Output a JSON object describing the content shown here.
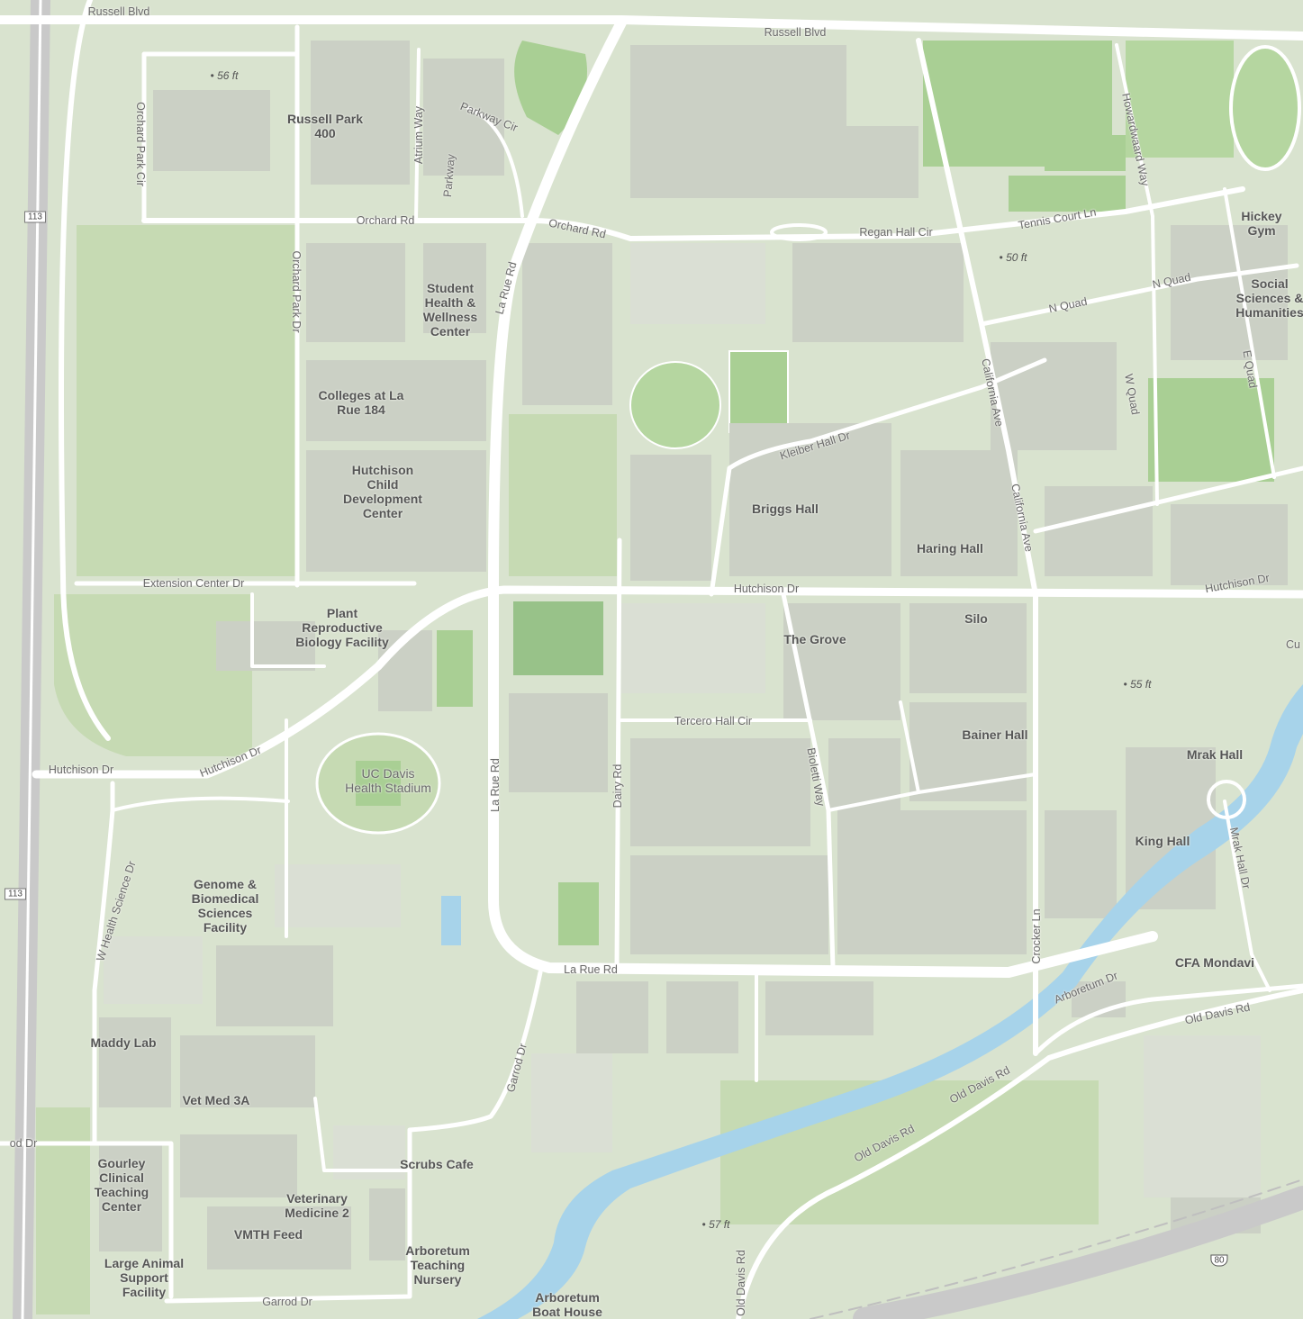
{
  "colors": {
    "land": "#d9e3cf",
    "park": "#c3d9b0",
    "field": "#a9cf94",
    "building": "#cbd0c5",
    "road": "#ffffff",
    "water": "#a7d3ea",
    "freeway": "#c8c8c8"
  },
  "buildings": [
    {
      "id": "russell-park",
      "text": "Russell Park\n400"
    },
    {
      "id": "student-health",
      "text": "Student\nHealth &\nWellness\nCenter"
    },
    {
      "id": "colleges-la-rue",
      "text": "Colleges at La\nRue 184"
    },
    {
      "id": "hutchison-child",
      "text": "Hutchison\nChild\nDevelopment\nCenter"
    },
    {
      "id": "plant-repro",
      "text": "Plant\nReproductive\nBiology Facility"
    },
    {
      "id": "uc-davis-stadium",
      "text": "UC Davis\nHealth Stadium"
    },
    {
      "id": "genome",
      "text": "Genome &\nBiomedical\nSciences\nFacility"
    },
    {
      "id": "maddy-lab",
      "text": "Maddy Lab"
    },
    {
      "id": "vet-med-3a",
      "text": "Vet Med 3A"
    },
    {
      "id": "gourley",
      "text": "Gourley\nClinical\nTeaching\nCenter"
    },
    {
      "id": "vet-med-2",
      "text": "Veterinary\nMedicine 2"
    },
    {
      "id": "vmth-feed",
      "text": "VMTH Feed"
    },
    {
      "id": "large-animal",
      "text": "Large Animal\nSupport\nFacility"
    },
    {
      "id": "scrubs-cafe",
      "text": "Scrubs Cafe"
    },
    {
      "id": "arb-nursery",
      "text": "Arboretum\nTeaching\nNursery"
    },
    {
      "id": "arb-boat",
      "text": "Arboretum\nBoat House"
    },
    {
      "id": "briggs-hall",
      "text": "Briggs Hall"
    },
    {
      "id": "haring-hall",
      "text": "Haring Hall"
    },
    {
      "id": "silo",
      "text": "Silo"
    },
    {
      "id": "the-grove",
      "text": "The Grove"
    },
    {
      "id": "hickey-gym",
      "text": "Hickey Gym"
    },
    {
      "id": "social-sciences",
      "text": "Social\nSciences &\nHumanities"
    },
    {
      "id": "bainer-hall",
      "text": "Bainer Hall"
    },
    {
      "id": "mrak-hall",
      "text": "Mrak Hall"
    },
    {
      "id": "king-hall",
      "text": "King Hall"
    },
    {
      "id": "cfa-mondavi",
      "text": "CFA Mondavi"
    }
  ],
  "roads": [
    {
      "id": "russell-blvd-w",
      "text": "Russell Blvd"
    },
    {
      "id": "russell-blvd-e",
      "text": "Russell Blvd"
    },
    {
      "id": "orchard-park-cir",
      "text": "Orchard Park Cir"
    },
    {
      "id": "atrium-way",
      "text": "Atrium Way"
    },
    {
      "id": "parkway",
      "text": "Parkway"
    },
    {
      "id": "parkway-cir",
      "text": "Parkway Cir"
    },
    {
      "id": "orchard-rd-w",
      "text": "Orchard Rd"
    },
    {
      "id": "orchard-rd-e",
      "text": "Orchard Rd"
    },
    {
      "id": "orchard-park-dr",
      "text": "Orchard Park Dr"
    },
    {
      "id": "la-rue-rd-n",
      "text": "La Rue Rd"
    },
    {
      "id": "la-rue-rd-s",
      "text": "La Rue Rd"
    },
    {
      "id": "la-rue-rd-bottom",
      "text": "La Rue Rd"
    },
    {
      "id": "regan-hall-cir",
      "text": "Regan Hall Cir"
    },
    {
      "id": "tennis-court-ln",
      "text": "Tennis Court Ln"
    },
    {
      "id": "howard-way",
      "text": "Howardwaard Way"
    },
    {
      "id": "n-quad-1",
      "text": "N Quad"
    },
    {
      "id": "n-quad-2",
      "text": "N Quad"
    },
    {
      "id": "e-quad",
      "text": "E Quad"
    },
    {
      "id": "w-quad",
      "text": "W Quad"
    },
    {
      "id": "california-ave-1",
      "text": "California Ave"
    },
    {
      "id": "california-ave-2",
      "text": "California Ave"
    },
    {
      "id": "kleiber-hall-dr",
      "text": "Kleiber Hall Dr"
    },
    {
      "id": "hutchison-dr-c",
      "text": "Hutchison Dr"
    },
    {
      "id": "hutchison-dr-e",
      "text": "Hutchison Dr"
    },
    {
      "id": "hutchison-dr-w",
      "text": "Hutchison Dr"
    },
    {
      "id": "hutchison-dr-diag",
      "text": "Hutchison Dr"
    },
    {
      "id": "extension-center-dr",
      "text": "Extension Center Dr"
    },
    {
      "id": "tercero-hall-cir",
      "text": "Tercero Hall Cir"
    },
    {
      "id": "bioletti-way",
      "text": "Bioletti Way"
    },
    {
      "id": "dairy-rd",
      "text": "Dairy Rd"
    },
    {
      "id": "w-health-science-dr",
      "text": "W Health Science Dr"
    },
    {
      "id": "garrod-dr",
      "text": "Garrod Dr"
    },
    {
      "id": "garrod-dr-bottom",
      "text": "Garrod Dr"
    },
    {
      "id": "crocker-ln",
      "text": "Crocker Ln"
    },
    {
      "id": "arboretum-dr",
      "text": "Arboretum Dr"
    },
    {
      "id": "old-davis-rd-1",
      "text": "Old Davis Rd"
    },
    {
      "id": "old-davis-rd-2",
      "text": "Old Davis Rd"
    },
    {
      "id": "old-davis-rd-3",
      "text": "Old Davis Rd"
    },
    {
      "id": "old-davis-rd-v",
      "text": "Old Davis Rd"
    },
    {
      "id": "mrak-hall-dr",
      "text": "Mrak Hall Dr"
    },
    {
      "id": "od-dr",
      "text": "od Dr"
    },
    {
      "id": "cu-partial",
      "text": "Cu"
    }
  ],
  "elevations": [
    {
      "id": "elev-56",
      "text": "56 ft"
    },
    {
      "id": "elev-50",
      "text": "50 ft"
    },
    {
      "id": "elev-55",
      "text": "55 ft"
    },
    {
      "id": "elev-57",
      "text": "57 ft"
    }
  ],
  "shields": [
    {
      "id": "sr-113-north",
      "text": "113"
    },
    {
      "id": "sr-113-south",
      "text": "113"
    },
    {
      "id": "i-80",
      "text": "80"
    }
  ]
}
